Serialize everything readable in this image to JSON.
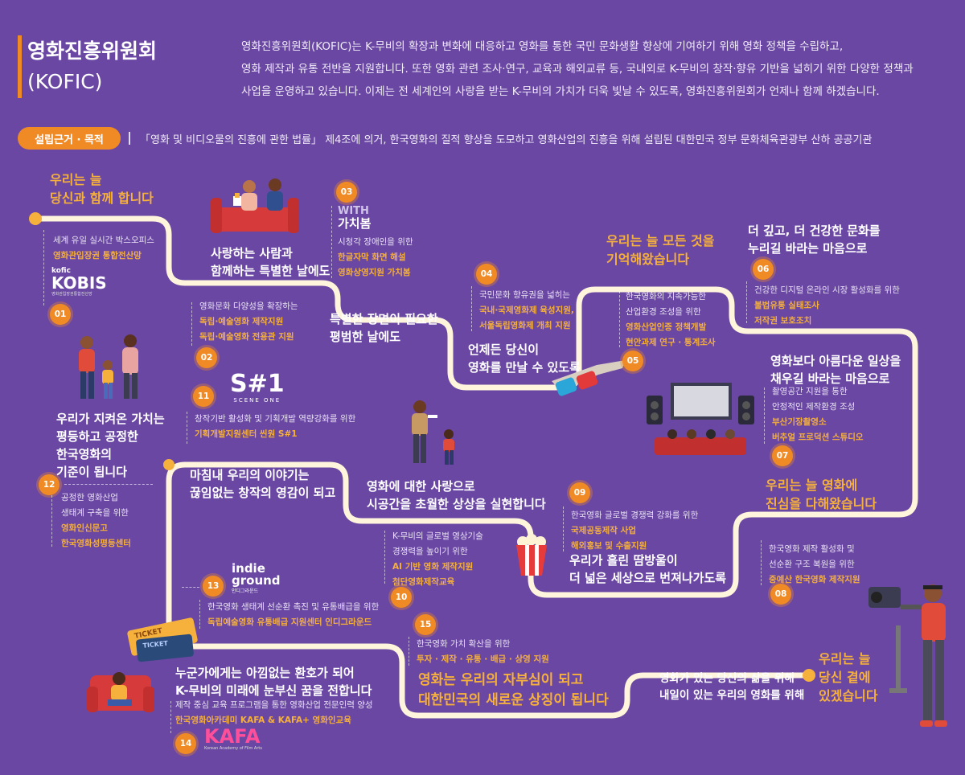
{
  "header": {
    "org_name": "영화진흥위원회",
    "org_abbr": "(KOFIC)",
    "intro_lines": [
      "영화진흥위원회(KOFIC)는 K-무비의 확장과 변화에 대응하고 영화를 통한 국민 문화생활 향상에 기여하기 위해 영화 정책을 수립하고,",
      "영화 제작과 유통 전반을 지원합니다. 또한 영화 관련 조사·연구, 교육과 해외교류 등, 국내외로 K-무비의 창작·향유 기반을 넓히기 위한 다양한 정책과",
      "사업을 운영하고 있습니다. 이제는 전 세계인의 사랑을 받는 K-무비의 가치가 더욱 빛날 수 있도록, 영화진흥위원회가 언제나 함께 하겠습니다."
    ]
  },
  "basis": {
    "label": "설립근거 · 목적",
    "text": "「영화 및 비디오물의 진흥에 관한 법률」 제4조에 의거, 한국영화의 질적 향상을 도모하고 영화산업의 진흥을 위해 설립된 대한민국 정부 문화체육관광부 산하 공공기관"
  },
  "headlines": {
    "h1": [
      "우리는 늘",
      "당신과 함께 합니다"
    ],
    "h2": [
      "사랑하는 사람과",
      "함께하는 특별한 날에도"
    ],
    "h3": [
      "특별한 장면이 필요한",
      "평범한 날에도"
    ],
    "h4": [
      "언제든 당신이",
      "영화를 만날 수 있도록"
    ],
    "h5": [
      "우리는 늘 모든 것을",
      "기억해왔습니다"
    ],
    "h6": [
      "더 깊고, 더 건강한 문화를",
      "누리길 바라는 마음으로"
    ],
    "h7": [
      "영화보다 아름다운 일상을",
      "채우길 바라는 마음으로"
    ],
    "h8": [
      "우리는 늘 영화에",
      "진심을 다해왔습니다"
    ],
    "h9": [
      "우리가 흘린 땀방울이",
      "더 넓은 세상으로 번져나가도록"
    ],
    "h10": [
      "영화에 대한 사랑으로",
      "시공간을 초월한 상상을 실현합니다"
    ],
    "h11": [
      "마침내 우리의 이야기는",
      "끊임없는 창작의 영감이 되고"
    ],
    "h12": [
      "우리가 지켜온 가치는",
      "평등하고 공정한",
      "한국영화의",
      "기준이 됩니다"
    ],
    "h13": [
      "누군가에게는 아낌없는 환호가 되어",
      "K-무비의 미래에 눈부신 꿈을 전합니다"
    ],
    "h14": [
      "영화는 우리의 자부심이 되고",
      "대한민국의 새로운 상징이 됩니다"
    ],
    "h15": [
      "영화가 있는 당신의 삶을 위해",
      "내일이 있는 우리의 영화를 위해"
    ],
    "h16": [
      "우리는 늘",
      "당신 곁에",
      "있겠습니다"
    ]
  },
  "items": {
    "i01": {
      "num": "01",
      "desc": "세계 유일 실시간 박스오피스",
      "hl": [
        "영화관입장권 통합전산망"
      ]
    },
    "i02": {
      "num": "02",
      "desc": "영화문화 다양성을 확장하는",
      "hl": [
        "독립·예술영화 제작지원",
        "독립·예술영화 전용관 지원"
      ]
    },
    "i03": {
      "num": "03",
      "desc": "시청각 장애인을 위한",
      "hl": [
        "한글자막 화면 해설",
        "영화상영지원 가치봄"
      ]
    },
    "i04": {
      "num": "04",
      "desc": "국민문화 향유권을 넓히는",
      "hl": [
        "국내·국제영화제 육성지원,",
        "서울독립영화제 개최 지원"
      ]
    },
    "i05": {
      "num": "05",
      "desc": "한국영화의 지속가능한",
      "desc2": "산업환경 조성을 위한",
      "hl": [
        "영화산업인증 정책개발",
        "현안과제 연구 · 통계조사"
      ]
    },
    "i06": {
      "num": "06",
      "desc": "건강한 디지털 온라인 시장 활성화를 위한",
      "hl": [
        "불법유통 실태조사",
        "저작권 보호조치"
      ]
    },
    "i07": {
      "num": "07",
      "desc": "촬영공간 지원을 통한",
      "desc2": "안정적인 제작환경 조성",
      "hl": [
        "부산기장촬영소",
        "버추얼 프로덕션 스튜디오"
      ]
    },
    "i08": {
      "num": "08",
      "desc": "한국영화 제작 활성화 및",
      "desc2": "선순환 구조 복원을 위한",
      "hl": [
        "중예산 한국영화 제작지원"
      ]
    },
    "i09": {
      "num": "09",
      "desc": "한국영화 글로벌 경쟁력 강화를 위한",
      "hl": [
        "국제공동제작 사업",
        "해외홍보 및 수출지원"
      ]
    },
    "i10": {
      "num": "10",
      "desc": "K-무비의 글로벌 영상기술",
      "desc2": "경쟁력을 높이기 위한",
      "hl": [
        "AI 기반 영화 제작지원",
        "첨단영화제작교육"
      ]
    },
    "i11": {
      "num": "11",
      "desc": "창작기반 활성화 및 기획개발 역량강화를 위한",
      "hl": [
        "기획개발지원센터 씬원 S#1"
      ]
    },
    "i12": {
      "num": "12",
      "desc": "공정한 영화산업",
      "desc2": "생태계 구축을 위한",
      "hl": [
        "영화인신문고",
        "한국영화성평등센터"
      ]
    },
    "i13": {
      "num": "13",
      "desc": "한국영화 생태계 선순환 촉진 및 유통배급을 위한",
      "hl": [
        "독립예술영화 유통배급 지원센터 인디그라운드"
      ]
    },
    "i14": {
      "num": "14",
      "desc": "제작 중심 교육 프로그램을 통한 영화산업 전문인력 양성",
      "hl": [
        "한국영화아카데미 KAFA & KAFA+ 영화인교육"
      ]
    },
    "i15": {
      "num": "15",
      "desc": "한국영화 가치 확산을 위한",
      "hl": [
        "투자 · 제작 · 유통 · 배급 · 상영 지원"
      ]
    }
  },
  "logos": {
    "kobis_small": "kofic",
    "kobis": "KOBIS",
    "kobis_sub": "영화관입장권통합전산망",
    "with": "WITH",
    "with2": "가치봄",
    "s1": "S#1",
    "s1_sub": "SCENE ONE",
    "indie1": "indie",
    "indie2": "ground",
    "indie_sub": "인디그라운드",
    "kafa": "KAFA",
    "kafa_sub": "Korean Academy of Film Arts",
    "ticket": "TICKET"
  },
  "colors": {
    "background": "#6a47a3",
    "accent": "#f08a24",
    "highlight": "#f6b03c",
    "road": "#fff4dc"
  }
}
